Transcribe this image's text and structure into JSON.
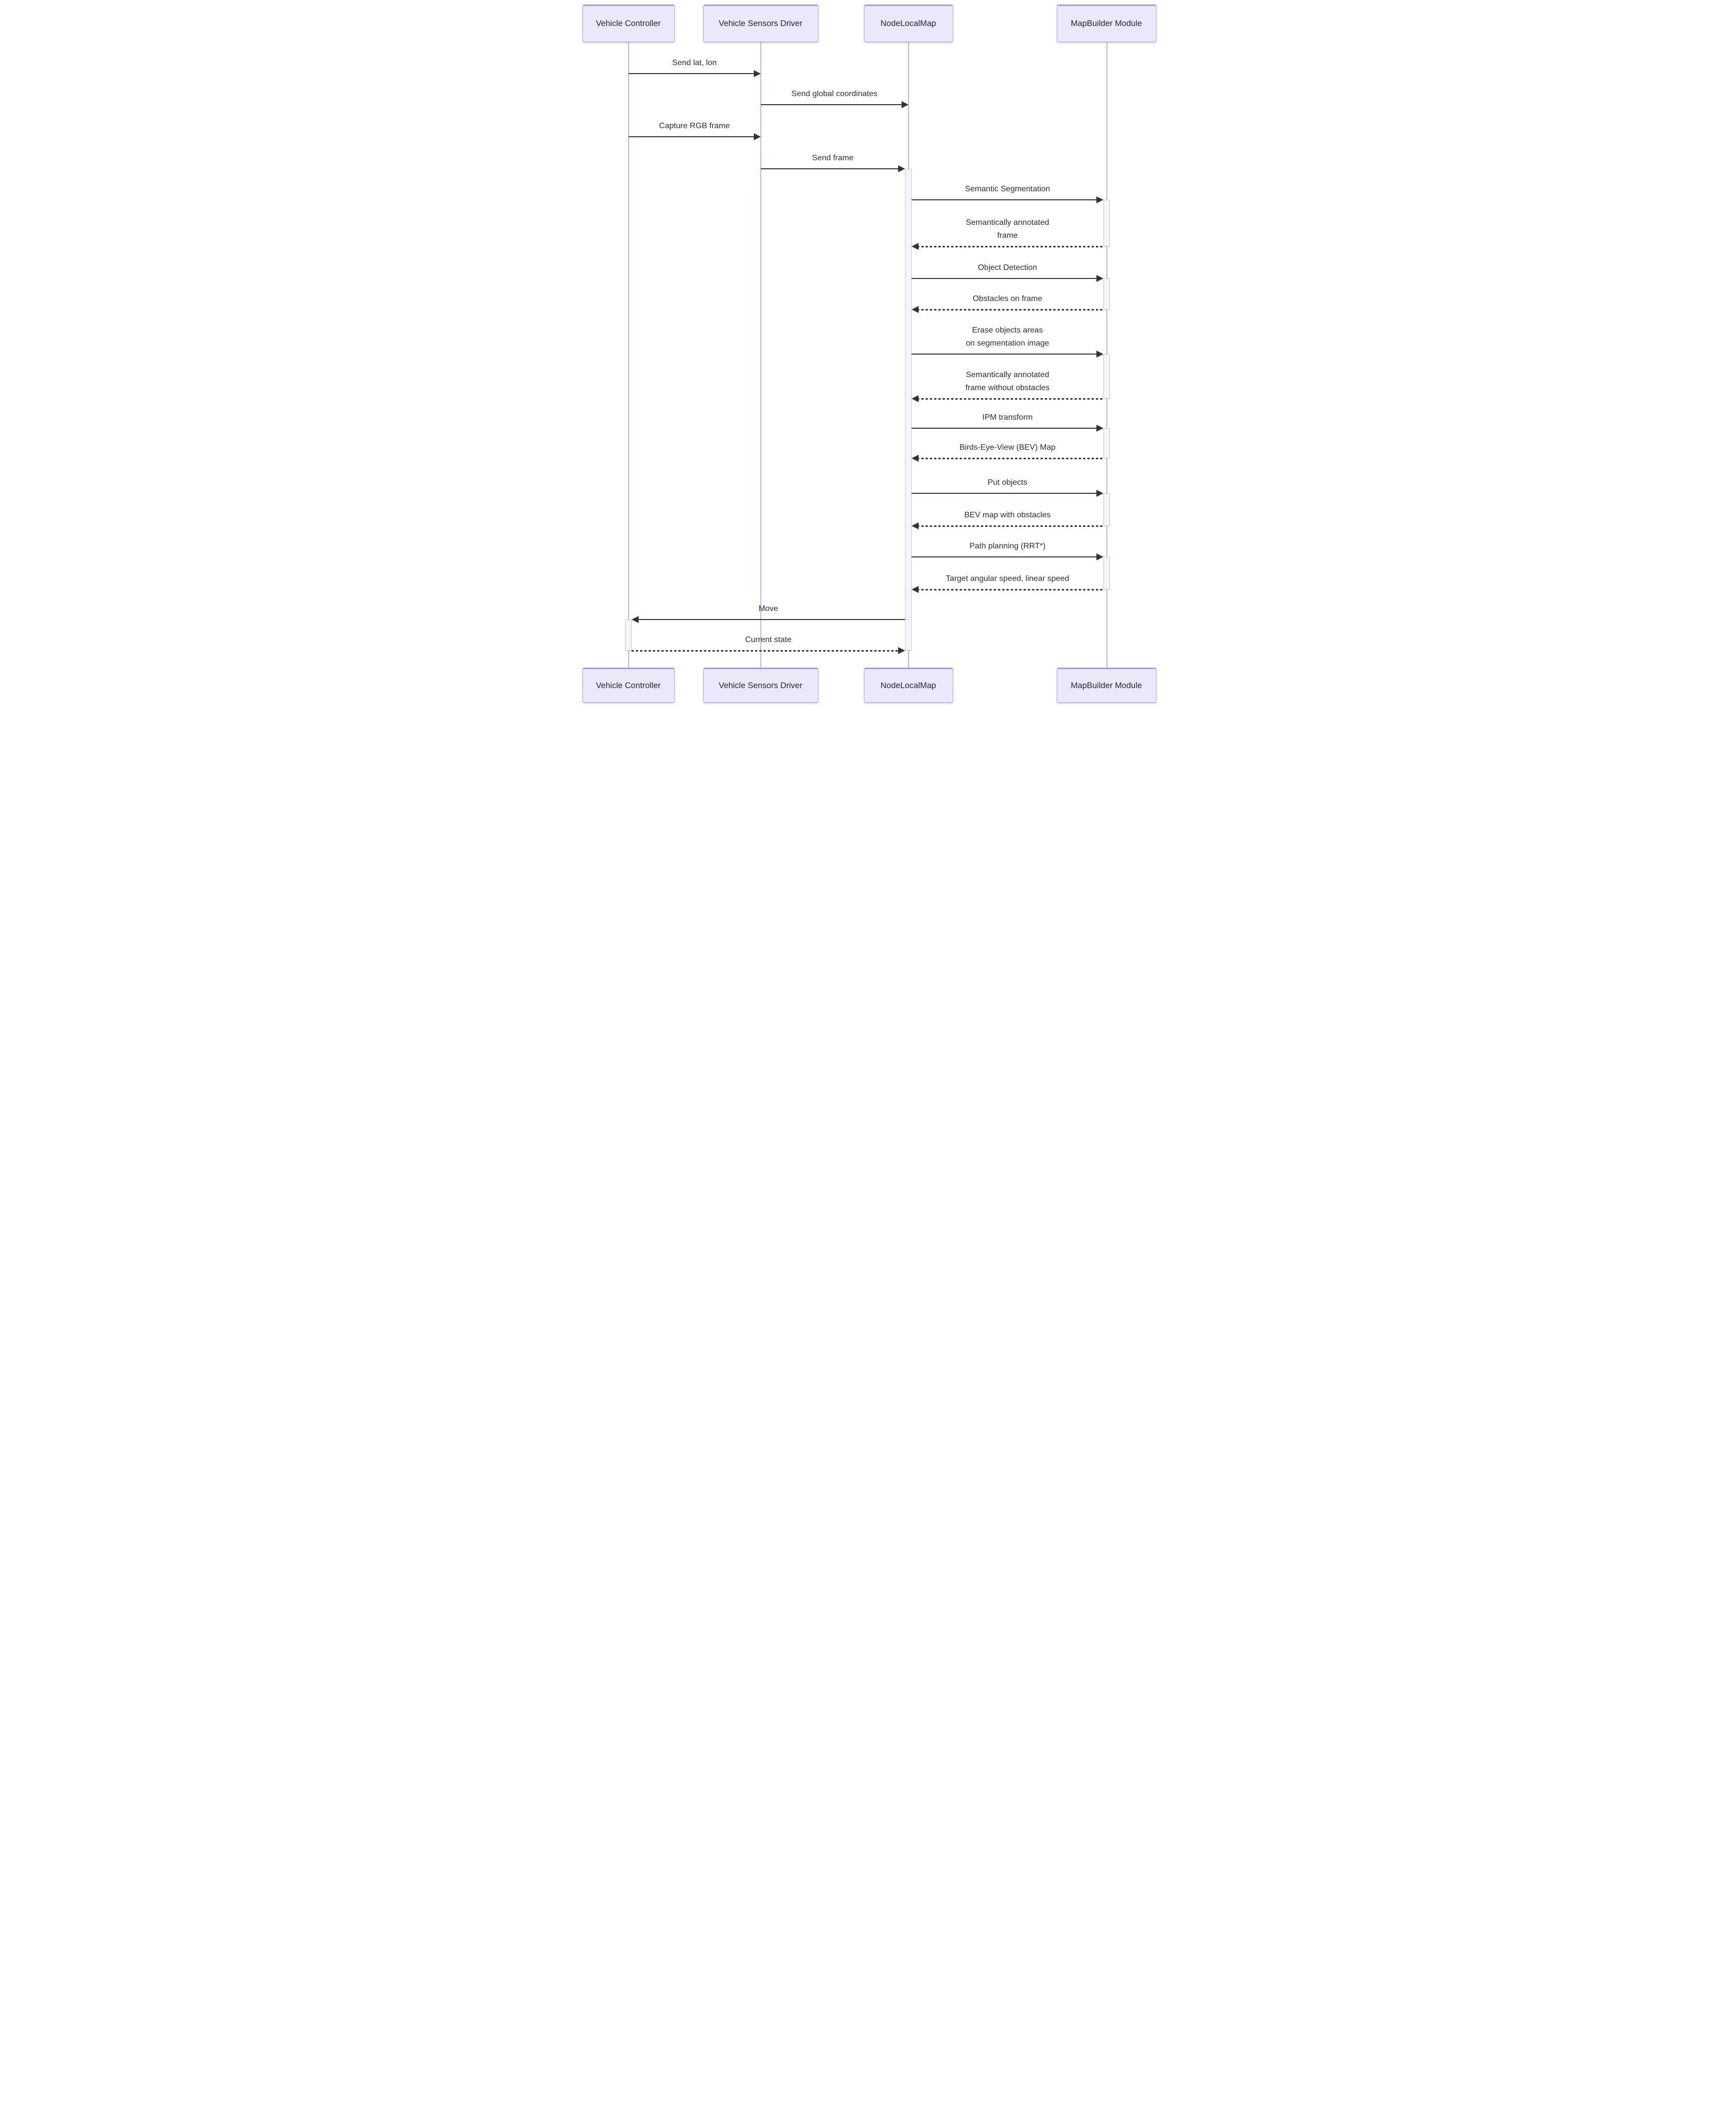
{
  "diagram": {
    "type": "sequence-diagram",
    "participants": [
      {
        "name": "Vehicle Controller"
      },
      {
        "name": "Vehicle Sensors Driver"
      },
      {
        "name": "NodeLocalMap"
      },
      {
        "name": "MapBuilder Module"
      }
    ],
    "messages": [
      {
        "from": "Vehicle Controller",
        "to": "Vehicle Sensors Driver",
        "label": "Send lat, lon",
        "line": "solid"
      },
      {
        "from": "Vehicle Sensors Driver",
        "to": "NodeLocalMap",
        "label": "Send global coordinates",
        "line": "solid"
      },
      {
        "from": "Vehicle Controller",
        "to": "Vehicle Sensors Driver",
        "label": "Capture RGB frame",
        "line": "solid"
      },
      {
        "from": "Vehicle Sensors Driver",
        "to": "NodeLocalMap",
        "label": "Send frame",
        "line": "solid"
      },
      {
        "from": "NodeLocalMap",
        "to": "MapBuilder Module",
        "label": "Semantic Segmentation",
        "line": "solid"
      },
      {
        "from": "MapBuilder Module",
        "to": "NodeLocalMap",
        "label": "Semantically annotated\nframe",
        "line": "dashed"
      },
      {
        "from": "NodeLocalMap",
        "to": "MapBuilder Module",
        "label": "Object Detection",
        "line": "solid"
      },
      {
        "from": "MapBuilder Module",
        "to": "NodeLocalMap",
        "label": "Obstacles on frame",
        "line": "dashed"
      },
      {
        "from": "NodeLocalMap",
        "to": "MapBuilder Module",
        "label": "Erase objects areas\non segmentation image",
        "line": "solid"
      },
      {
        "from": "MapBuilder Module",
        "to": "NodeLocalMap",
        "label": "Semantically annotated\nframe without obstacles",
        "line": "dashed"
      },
      {
        "from": "NodeLocalMap",
        "to": "MapBuilder Module",
        "label": "IPM transform",
        "line": "solid"
      },
      {
        "from": "MapBuilder Module",
        "to": "NodeLocalMap",
        "label": "Birds-Eye-View (BEV) Map",
        "line": "dashed"
      },
      {
        "from": "NodeLocalMap",
        "to": "MapBuilder Module",
        "label": "Put objects",
        "line": "solid"
      },
      {
        "from": "MapBuilder Module",
        "to": "NodeLocalMap",
        "label": "BEV map with obstacles",
        "line": "dashed"
      },
      {
        "from": "NodeLocalMap",
        "to": "MapBuilder Module",
        "label": "Path planning (RRT*)",
        "line": "solid"
      },
      {
        "from": "MapBuilder Module",
        "to": "NodeLocalMap",
        "label": "Target angular speed, linear speed",
        "line": "dashed"
      },
      {
        "from": "NodeLocalMap",
        "to": "Vehicle Controller",
        "label": "Move",
        "line": "solid"
      },
      {
        "from": "Vehicle Controller",
        "to": "NodeLocalMap",
        "label": "Current state",
        "line": "dashed"
      }
    ],
    "colors": {
      "actor_fill": "#E9E9FB",
      "actor_border": "#ACACEC",
      "lifeline": "#B7B7EF",
      "activation_fill": "#F4F4F9",
      "activation_border": "#C9C9DD",
      "arrow": "#333333",
      "text": "#2B2B34",
      "background": "#FFFFFF"
    }
  }
}
